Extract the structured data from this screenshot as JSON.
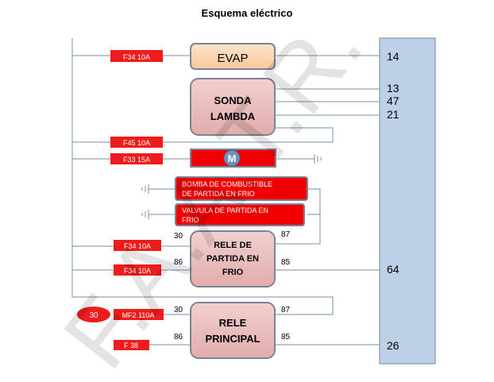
{
  "title": "Esquema eléctrico",
  "watermark": "F.A.A.T.R.",
  "colors": {
    "fuse": "#ee1c1c",
    "module": "#e8b8b8",
    "evap": "#fbd7b5",
    "red_box": "#f00000",
    "ecu": "#bed0e8",
    "motor": "#6f8fb6",
    "wire": "#7a8fa8"
  },
  "components": {
    "evap": "EVAP",
    "sonda": [
      "SONDA",
      "LAMBDA"
    ],
    "motor": "M",
    "bomba": [
      "BOMBA DE COMBUSTIBLE",
      "DE PARTIDA EN FRIO"
    ],
    "valvula": [
      "VALVULA DE PARTIDA EN",
      "FRIO"
    ],
    "rele_partida": [
      "RELE DE",
      "PARTIDA EN",
      "FRIO"
    ],
    "rele_principal": [
      "RELE",
      "PRINCIPAL"
    ],
    "battery": "30"
  },
  "fuses": {
    "f34_a": "F34  10A",
    "f45": "F45  10A",
    "f33": "F33  15A",
    "f34_b": "F34  10A",
    "f34_c": "F34  10A",
    "mf2": "MF2 110A",
    "f38": "F 38"
  },
  "relay_pins": {
    "rp_30": "30",
    "rp_87": "87",
    "rp_86": "86",
    "rp_85": "85",
    "rm_30": "30",
    "rm_87": "87",
    "rm_86": "86",
    "rm_85": "85"
  },
  "ecu_pins": {
    "p14": "14",
    "p13": "13",
    "p47": "47",
    "p21": "21",
    "p64": "64",
    "p26": "26"
  }
}
